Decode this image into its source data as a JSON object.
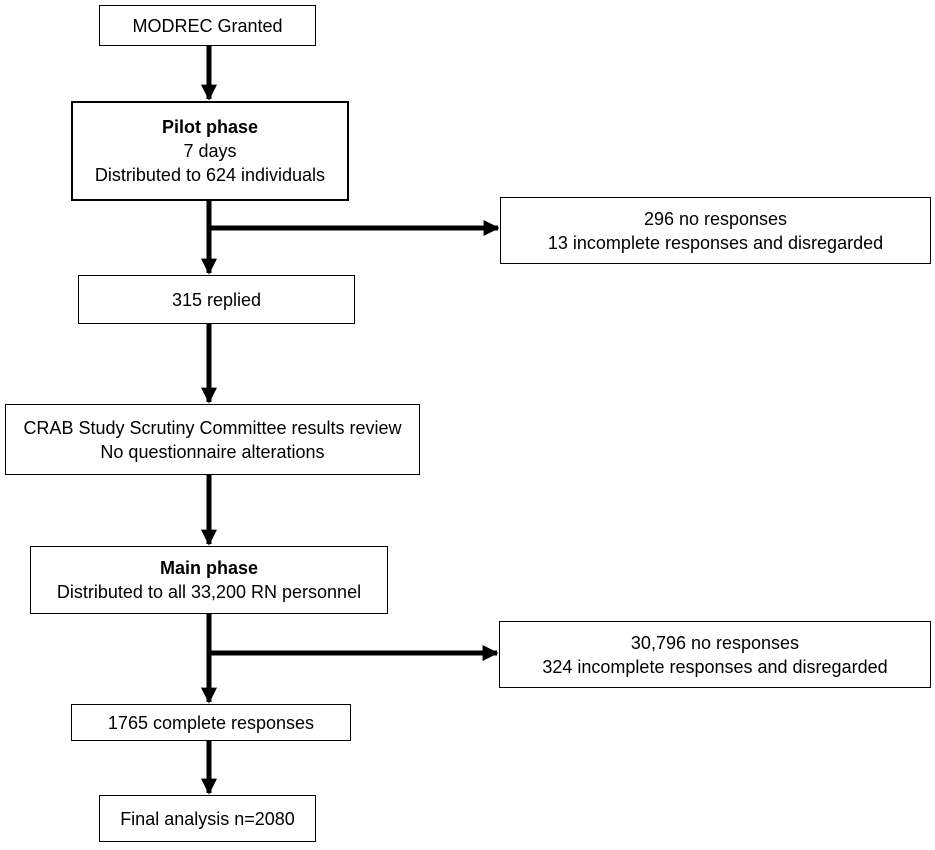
{
  "flowchart": {
    "modrec": {
      "line1": "MODREC Granted"
    },
    "pilot": {
      "title": "Pilot phase",
      "line2": "7 days",
      "line3": "Distributed to 624 individuals"
    },
    "pilot_excluded": {
      "line1": "296 no responses",
      "line2": "13 incomplete responses and disregarded"
    },
    "replied": {
      "line1": "315 replied"
    },
    "review": {
      "line1": "CRAB Study Scrutiny Committee results review",
      "line2": "No questionnaire alterations"
    },
    "main": {
      "title": "Main phase",
      "line2": "Distributed to all 33,200 RN personnel"
    },
    "main_excluded": {
      "line1": "30,796 no responses",
      "line2": "324 incomplete responses and disregarded"
    },
    "complete": {
      "line1": "1765 complete responses"
    },
    "final": {
      "line1": "Final analysis n=2080"
    }
  }
}
